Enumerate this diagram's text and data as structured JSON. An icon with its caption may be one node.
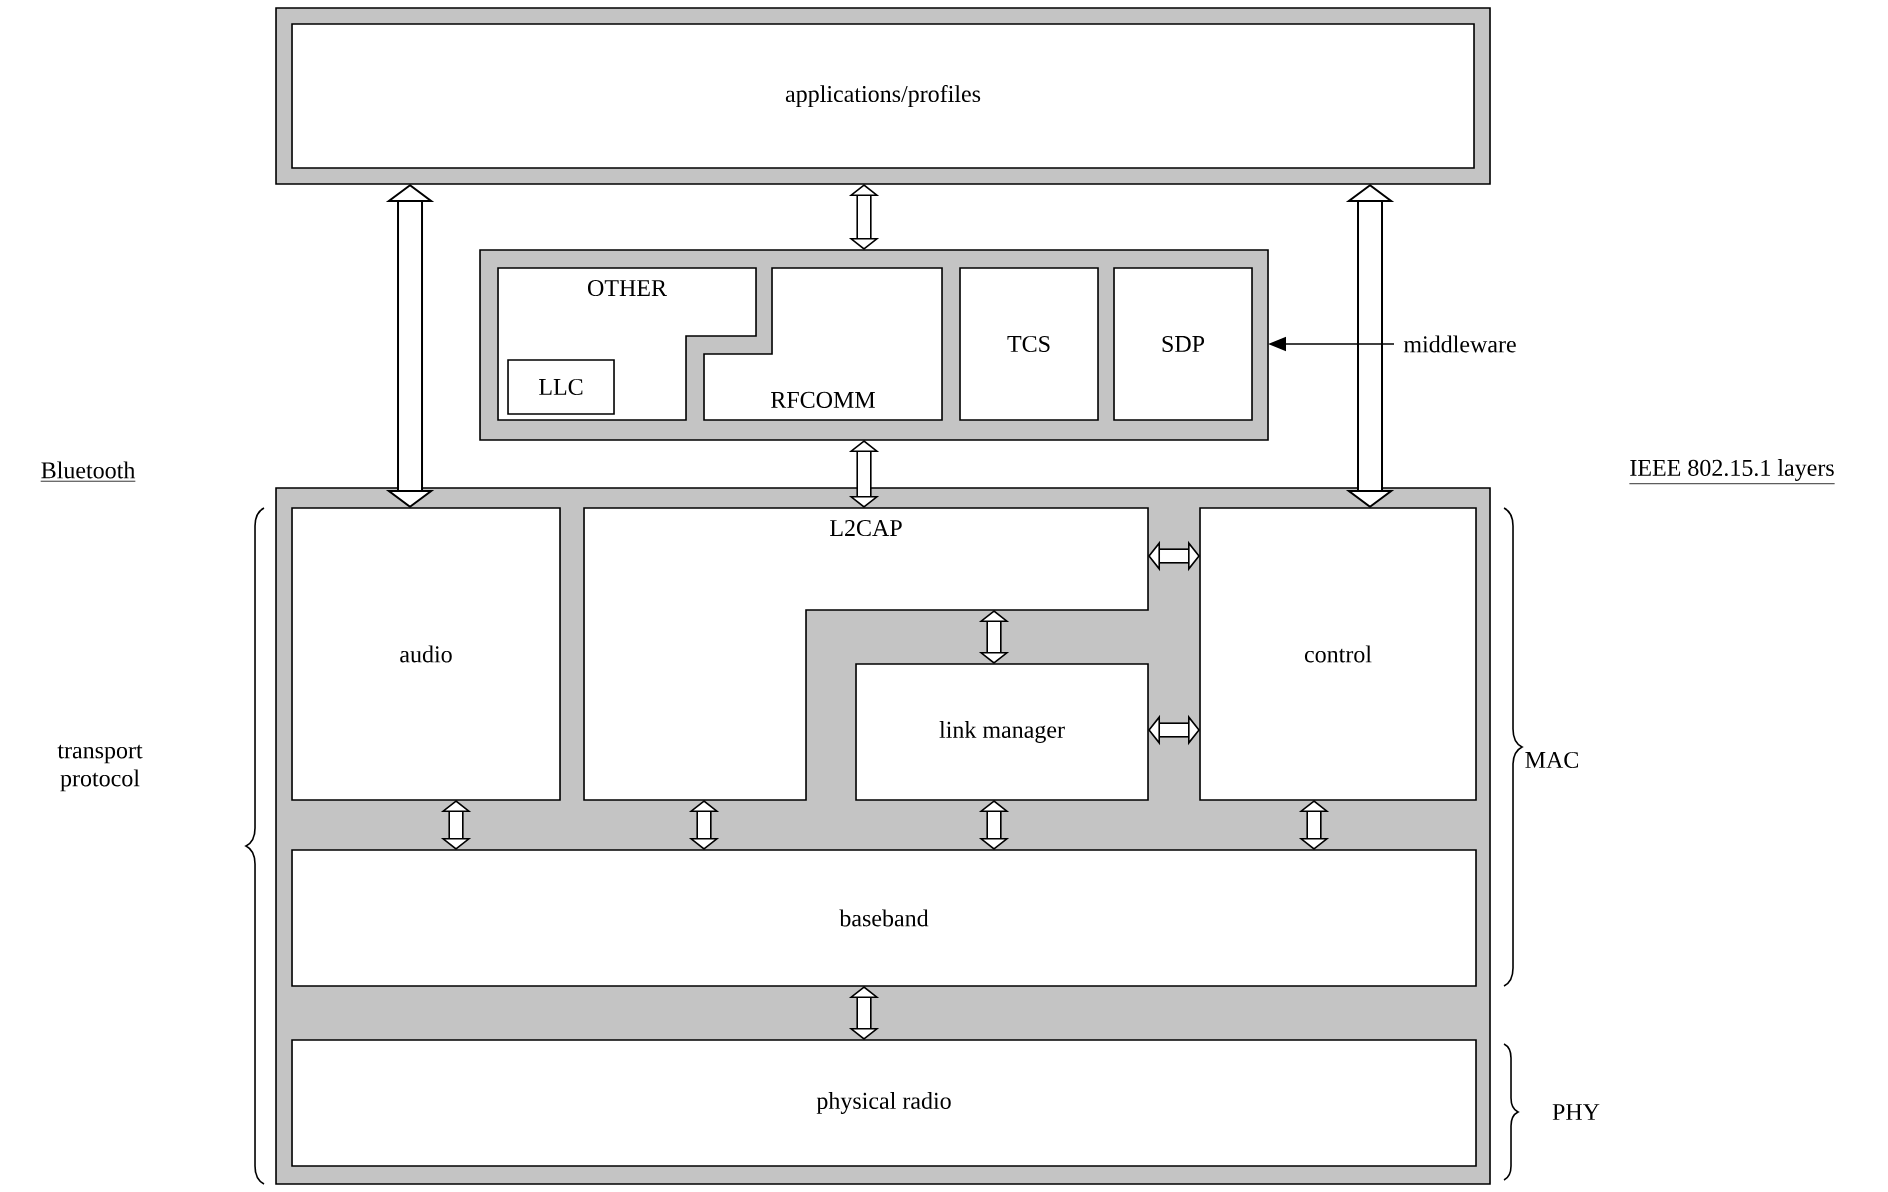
{
  "diagram": {
    "nodes": [
      {
        "text": [
          "applications/profiles"
        ]
      },
      {
        "text": [],
        "shape": "box"
      },
      {
        "text": [
          "OTHER"
        ],
        "in": 1
      },
      {
        "text": [
          "LLC"
        ],
        "in": 2
      },
      {
        "text": [
          "RFCOMM"
        ],
        "in": 1
      },
      {
        "text": [
          "TCS"
        ],
        "in": 1
      },
      {
        "text": [
          "SDP"
        ],
        "in": 1
      },
      {
        "text": [
          "middleware"
        ]
      },
      {
        "text": [],
        "shape": "box"
      },
      {
        "text": [
          "audio"
        ],
        "in": 8
      },
      {
        "text": [
          "L2CAP"
        ],
        "in": 8
      },
      {
        "text": [
          "control"
        ],
        "in": 8
      },
      {
        "text": [
          "link manager"
        ],
        "in": 8
      },
      {
        "text": [
          "baseband"
        ],
        "in": 8
      },
      {
        "text": [
          "physical radio"
        ],
        "in": 8
      }
    ],
    "edges": [
      {
        "from": 0,
        "to": 9,
        "arrow": "both"
      },
      {
        "from": 0,
        "to": 11,
        "arrow": "both"
      },
      {
        "from": 0,
        "to": 1,
        "arrow": "both"
      },
      {
        "from": 1,
        "to": 10,
        "arrow": "both"
      },
      {
        "from": 10,
        "to": 11,
        "arrow": "both"
      },
      {
        "from": 10,
        "to": 12,
        "arrow": "both"
      },
      {
        "from": 12,
        "to": 11,
        "arrow": "both"
      },
      {
        "from": 9,
        "to": 13,
        "arrow": "both"
      },
      {
        "from": 10,
        "to": 13,
        "arrow": "both"
      },
      {
        "from": 12,
        "to": 13,
        "arrow": "both"
      },
      {
        "from": 11,
        "to": 13,
        "arrow": "both"
      },
      {
        "from": 13,
        "to": 14,
        "arrow": "both"
      },
      {
        "from": 7,
        "to": 1,
        "arrow": "to"
      }
    ],
    "labels": [
      "Bluetooth",
      "IEEE 802.15.1 layers",
      "transport protocol",
      "MAC",
      "PHY"
    ]
  }
}
